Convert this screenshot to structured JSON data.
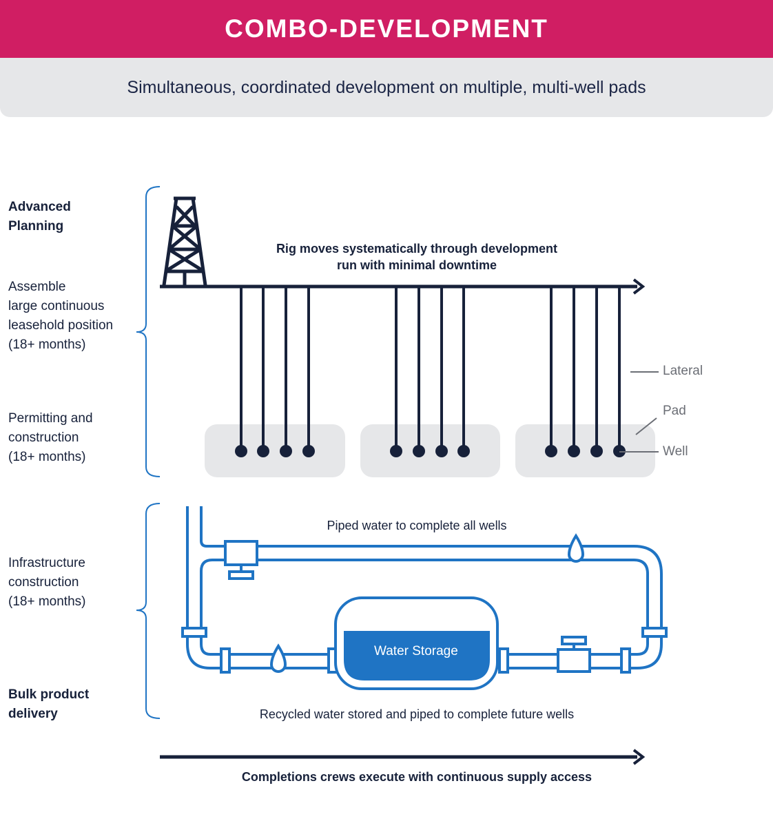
{
  "header": {
    "title": "COMBO-DEVELOPMENT",
    "subtitle": "Simultaneous, coordinated development on multiple, multi-well pads"
  },
  "left_labels": {
    "advanced_planning": "Advanced\nPlanning",
    "assemble": "Assemble\nlarge continuous\nleasehold position\n(18+ months)",
    "permitting": "Permitting and\nconstruction\n(18+ months)",
    "infrastructure": "Infrastructure\nconstruction\n(18+ months)",
    "bulk": "Bulk product\ndelivery"
  },
  "drilling": {
    "rig_caption": "Rig moves systematically through development\nrun with minimal downtime",
    "legend_lateral": "Lateral",
    "legend_pad": "Pad",
    "legend_well": "Well"
  },
  "water": {
    "piped_caption": "Piped water to complete all wells",
    "storage_label": "Water Storage",
    "recycled_caption": "Recycled water stored and piped to complete future wells"
  },
  "footer": {
    "caption": "Completions crews execute with continuous supply access"
  },
  "colors": {
    "banner": "#d01e63",
    "navy": "#17213a",
    "blue": "#1f74c4",
    "pad_gray": "#e6e7e9"
  }
}
